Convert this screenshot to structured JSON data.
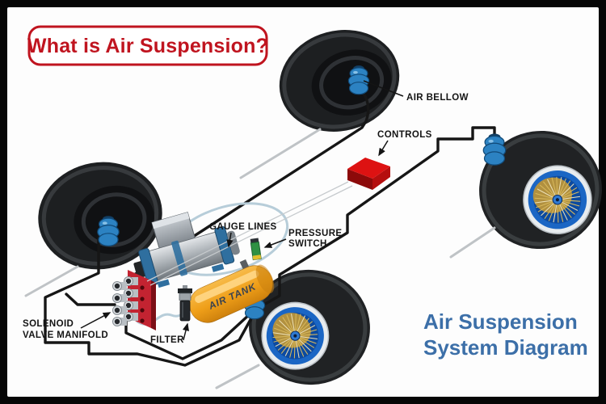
{
  "title": {
    "text": "What is Air Suspension?"
  },
  "caption": {
    "line1": "Air Suspension",
    "line2": "System Diagram"
  },
  "labels": {
    "air_bellow": "AIR BELLOW",
    "controls": "CONTROLS",
    "gauge_lines": "GAUGE LINES",
    "pressure_switch_line1": "PRESSURE",
    "pressure_switch_line2": "SWITCH",
    "solenoid_line1": "SOLENOID",
    "solenoid_line2": "VALVE MANIFOLD",
    "filter": "FILTER",
    "air_tank": "AIR TANK"
  },
  "colors": {
    "title_red": "#c0141f",
    "caption_blue": "#3c6fa8",
    "label_black": "#141414",
    "controls_red": "#dd1212",
    "tank_orange": "#f2a01f",
    "bellow_blue": "#2c82c2",
    "rim_blue": "#1b66c4",
    "spoke_gold": "#c9a348",
    "manifold_red": "#c32331",
    "switch_green": "#2f9143",
    "pipe_black": "#161616",
    "tube_blue_gray": "#b7cdd9"
  }
}
